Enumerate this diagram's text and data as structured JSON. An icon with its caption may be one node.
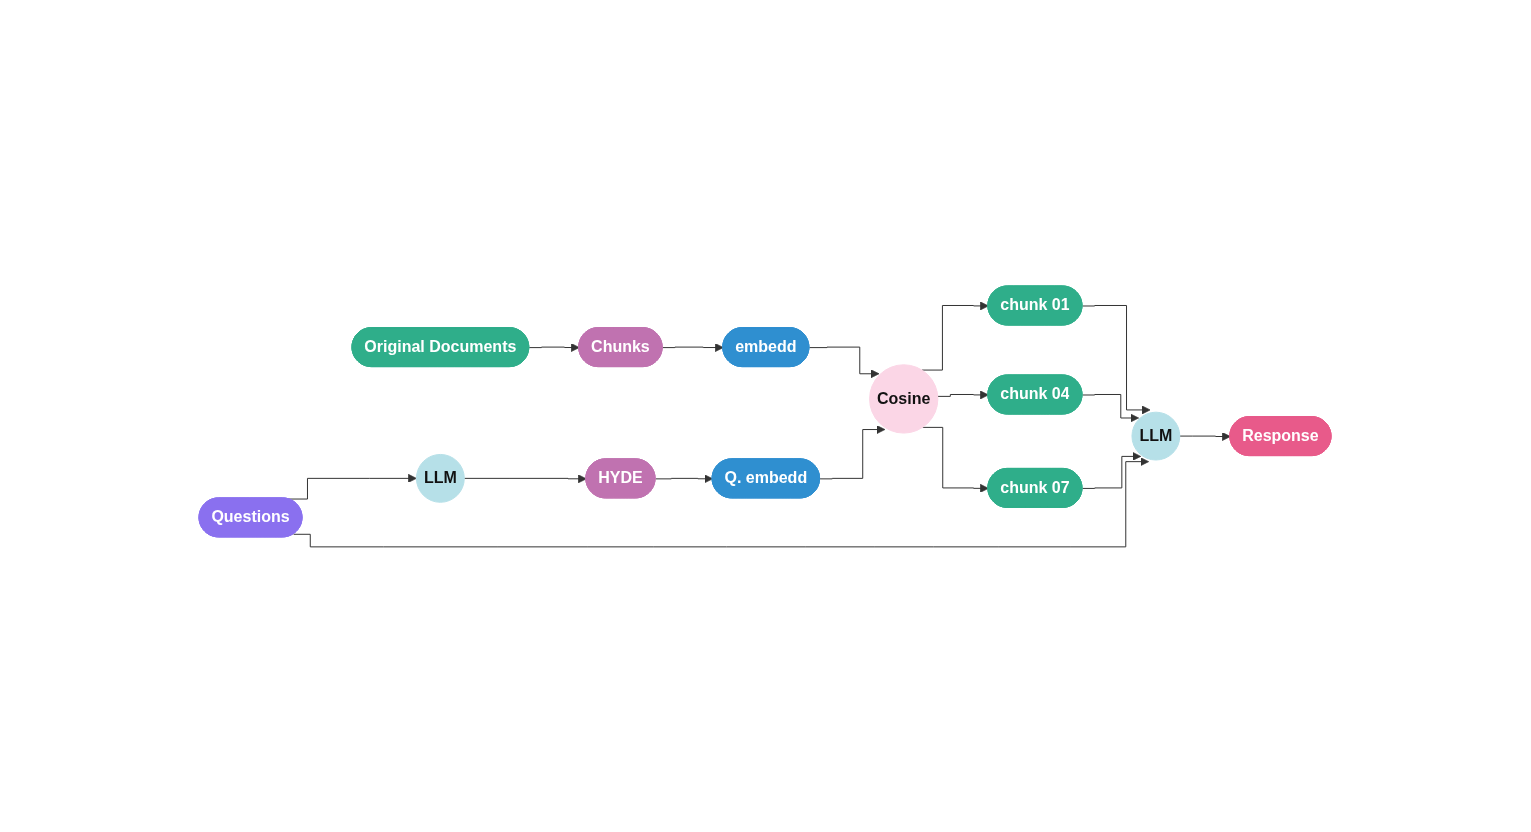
{
  "diagram": {
    "nodes": [
      {
        "text": [
          "embedd"
        ]
      },
      {
        "text": [
          "HYDE"
        ]
      },
      {
        "text": [
          "LLM"
        ]
      },
      {
        "text": [
          "Questions"
        ]
      },
      {
        "text": [
          "Q. embedd"
        ]
      },
      {
        "text": [
          "Chunks"
        ]
      },
      {
        "text": [
          "Cosine"
        ]
      },
      {
        "text": [
          "chunk 01"
        ]
      },
      {
        "text": [
          "chunk 04"
        ]
      },
      {
        "text": [
          "LLM"
        ]
      },
      {
        "text": [
          "Response"
        ]
      },
      {
        "text": [
          "Original Documents"
        ]
      },
      {
        "text": [
          "chunk 07"
        ]
      }
    ],
    "edges": [
      {
        "from": 11,
        "to": 5,
        "arrow": "to"
      },
      {
        "from": 5,
        "to": 0,
        "arrow": "to"
      },
      {
        "from": 0,
        "to": 6,
        "arrow": "to"
      },
      {
        "from": 3,
        "to": 2,
        "arrow": "to"
      },
      {
        "from": 2,
        "to": 1,
        "arrow": "to"
      },
      {
        "from": 1,
        "to": 4,
        "arrow": "to"
      },
      {
        "from": 4,
        "to": 6,
        "arrow": "to"
      },
      {
        "from": 6,
        "to": 7,
        "arrow": "to"
      },
      {
        "from": 6,
        "to": 8,
        "arrow": "to"
      },
      {
        "from": 6,
        "to": 12,
        "arrow": "to"
      },
      {
        "from": 7,
        "to": 9,
        "arrow": "to"
      },
      {
        "from": 8,
        "to": 9,
        "arrow": "to"
      },
      {
        "from": 12,
        "to": 9,
        "arrow": "to"
      },
      {
        "from": 3,
        "to": 9,
        "arrow": "to"
      },
      {
        "from": 9,
        "to": 10,
        "arrow": "to"
      }
    ]
  }
}
